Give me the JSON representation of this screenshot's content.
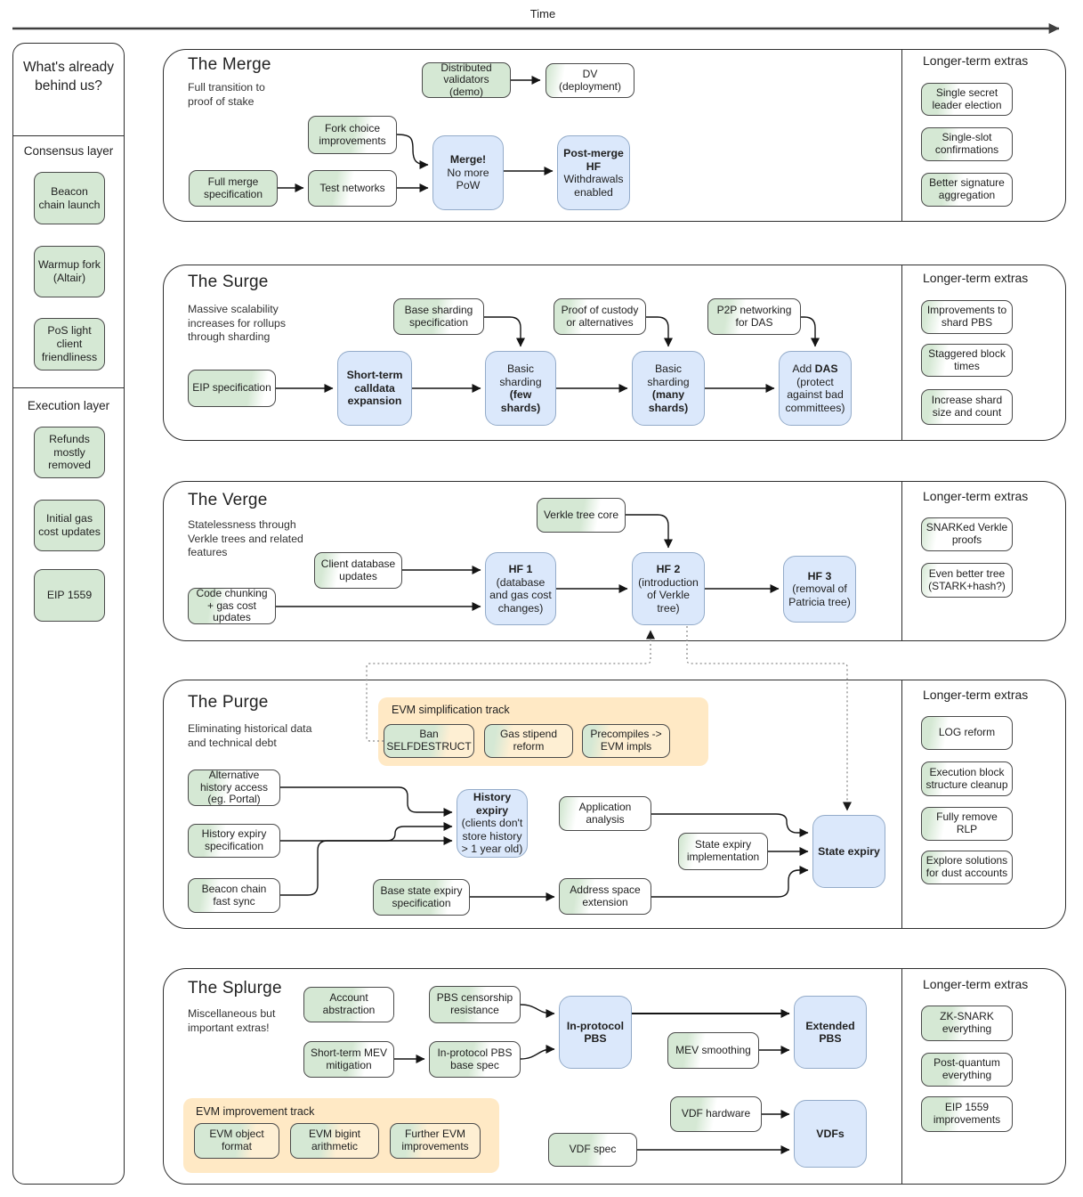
{
  "colors": {
    "done_green": "#d5e8d4",
    "milestone_blue": "#dbe8fb",
    "track_yellow": "#ffe9c5",
    "track_yellow_light": "#feefd3",
    "box_border": "#4a4a4a",
    "milestone_border": "#93abc9"
  },
  "time_axis": {
    "label": "Time"
  },
  "sidebar": {
    "title": "What's already behind us?",
    "sections": [
      {
        "heading": "Consensus layer",
        "items": [
          {
            "label": "Beacon chain launch"
          },
          {
            "label": "Warmup fork (Altair)"
          },
          {
            "label": "PoS light client friendliness"
          }
        ]
      },
      {
        "heading": "Execution layer",
        "items": [
          {
            "label": "Refunds mostly removed"
          },
          {
            "label": "Initial gas cost updates"
          },
          {
            "label": "EIP 1559"
          }
        ]
      }
    ]
  },
  "sections": {
    "merge": {
      "title": "The Merge",
      "subtitle": "Full transition to proof of stake",
      "extras_title": "Longer-term extras",
      "extras": [
        {
          "label": "Single secret leader election",
          "progress": 30
        },
        {
          "label": "Single-slot confirmations",
          "progress": 30
        },
        {
          "label": "Better signature aggregation",
          "progress": 35
        }
      ],
      "nodes": {
        "distributed_validators": {
          "label": "Distributed validators (demo)",
          "progress": 100
        },
        "dv_deployment": {
          "label": "DV (deployment)",
          "progress": 12
        },
        "fork_choice": {
          "label": "Fork choice improvements",
          "progress": 60
        },
        "full_merge_spec": {
          "label": "Full merge specification",
          "progress": 100
        },
        "test_networks": {
          "label": "Test networks",
          "progress": 40
        },
        "merge": {
          "bold": "Merge!",
          "post": "No more PoW"
        },
        "post_merge_hf": {
          "bold": "Post-merge HF",
          "post": "Withdrawals enabled"
        }
      }
    },
    "surge": {
      "title": "The Surge",
      "subtitle": "Massive scalability increases for rollups through sharding",
      "extras_title": "Longer-term extras",
      "extras": [
        {
          "label": "Improvements to shard PBS",
          "progress": 15
        },
        {
          "label": "Staggered block times",
          "progress": 20
        },
        {
          "label": "Increase shard size and count",
          "progress": 20
        }
      ],
      "nodes": {
        "base_sharding_spec": {
          "label": "Base sharding specification",
          "progress": 55
        },
        "proof_custody": {
          "label": "Proof of custody or alternatives",
          "progress": 25
        },
        "p2p_das": {
          "label": "P2P networking for DAS",
          "progress": 30
        },
        "eip_spec": {
          "label": "EIP specification",
          "progress": 78
        },
        "calldata": {
          "bold": "Short-term calldata expansion"
        },
        "few_shards": {
          "pre": "Basic sharding",
          "bold": "(few shards)"
        },
        "many_shards": {
          "pre": "Basic sharding",
          "bold": "(many shards)"
        },
        "add_das": {
          "pre": "Add",
          "bold": "DAS",
          "post": "(protect against bad committees)"
        }
      }
    },
    "verge": {
      "title": "The Verge",
      "subtitle": "Statelessness through Verkle trees and related features",
      "extras_title": "Longer-term extras",
      "extras": [
        {
          "label": "SNARKed Verkle proofs",
          "progress": 10
        },
        {
          "label": "Even better tree (STARK+hash?)",
          "progress": 8
        }
      ],
      "nodes": {
        "verkle_core": {
          "label": "Verkle tree core",
          "progress": 60
        },
        "client_db": {
          "label": "Client database updates",
          "progress": 20
        },
        "code_chunking": {
          "label": "Code chunking + gas cost updates",
          "progress": 35
        },
        "hf1": {
          "bold": "HF 1",
          "post": "(database and gas cost changes)"
        },
        "hf2": {
          "bold": "HF 2",
          "post": "(introduction of Verkle tree)"
        },
        "hf3": {
          "bold": "HF 3",
          "post": "(removal of Patricia tree)"
        }
      }
    },
    "purge": {
      "title": "The Purge",
      "subtitle": "Eliminating historical data and technical debt",
      "extras_title": "Longer-term extras",
      "track_title": "EVM simplification track",
      "extras": [
        {
          "label": "LOG reform",
          "progress": 20
        },
        {
          "label": "Execution block structure cleanup",
          "progress": 18
        },
        {
          "label": "Fully remove RLP",
          "progress": 18
        },
        {
          "label": "Explore solutions for dust accounts",
          "progress": 18
        }
      ],
      "nodes": {
        "ban_selfdestruct": {
          "label": "Ban SELFDESTRUCT",
          "progress": 62
        },
        "gas_stipend": {
          "label": "Gas stipend reform",
          "progress": 22
        },
        "precompiles": {
          "label": "Precompiles -> EVM impls",
          "progress": 22
        },
        "alt_history": {
          "label": "Alternative history access (eg. Portal)",
          "progress": 35
        },
        "history_expiry_spec": {
          "label": "History expiry specification",
          "progress": 30
        },
        "beacon_fast_sync": {
          "label": "Beacon chain fast sync",
          "progress": 25
        },
        "application_analysis": {
          "label": "Application analysis",
          "progress": 12
        },
        "state_expiry_impl": {
          "label": "State expiry implementation",
          "progress": 12
        },
        "base_state_spec": {
          "label": "Base state expiry specification",
          "progress": 70
        },
        "address_space": {
          "label": "Address space extension",
          "progress": 28
        },
        "history_expiry": {
          "bold": "History expiry",
          "post": "(clients don't store history > 1 year old)"
        },
        "state_expiry": {
          "bold": "State expiry"
        }
      }
    },
    "splurge": {
      "title": "The Splurge",
      "subtitle": "Miscellaneous but important extras!",
      "extras_title": "Longer-term extras",
      "track_title": "EVM improvement track",
      "extras": [
        {
          "label": "ZK-SNARK everything",
          "progress": 40
        },
        {
          "label": "Post-quantum everything",
          "progress": 40
        },
        {
          "label": "EIP 1559 improvements",
          "progress": 35
        }
      ],
      "nodes": {
        "account_abstraction": {
          "label": "Account abstraction",
          "progress": 60
        },
        "pbs_censorship": {
          "label": "PBS censorship resistance",
          "progress": 50
        },
        "short_term_mev": {
          "label": "Short-term MEV mitigation",
          "progress": 60
        },
        "pbs_base_spec": {
          "label": "In-protocol PBS base spec",
          "progress": 55
        },
        "mev_smoothing": {
          "label": "MEV smoothing",
          "progress": 30
        },
        "vdf_hardware": {
          "label": "VDF hardware",
          "progress": 40
        },
        "vdf_spec": {
          "label": "VDF spec",
          "progress": 55
        },
        "evm_object": {
          "label": "EVM object format",
          "progress": 60
        },
        "evm_bigint": {
          "label": "EVM bigint arithmetic",
          "progress": 45
        },
        "further_evm": {
          "label": "Further EVM improvements",
          "progress": 30
        },
        "in_protocol_pbs": {
          "bold": "In-protocol PBS"
        },
        "extended_pbs": {
          "bold": "Extended PBS"
        },
        "vdfs": {
          "bold": "VDFs"
        }
      }
    }
  }
}
